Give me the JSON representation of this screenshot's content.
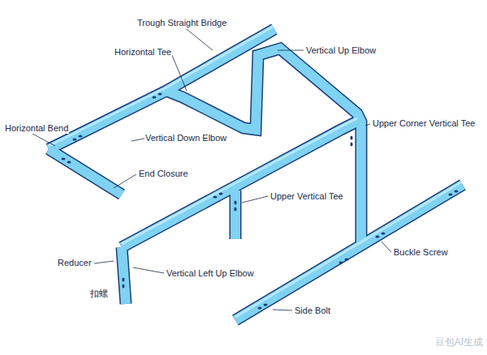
{
  "diagram": {
    "labels": [
      "Trough Straight Bridge",
      "Horizontal Tee",
      "Vertical Up Elbow",
      "Horizontal Bend",
      "Vertical Down Elbow",
      "Upper Corner Vertical Tee",
      "End Closure",
      "Upper Vertical Tee",
      "Buckle Screw",
      "Reducer",
      "Vertical Left Up Elbow",
      "扣螺",
      "Side Bolt",
      "豆包AI生成"
    ]
  }
}
